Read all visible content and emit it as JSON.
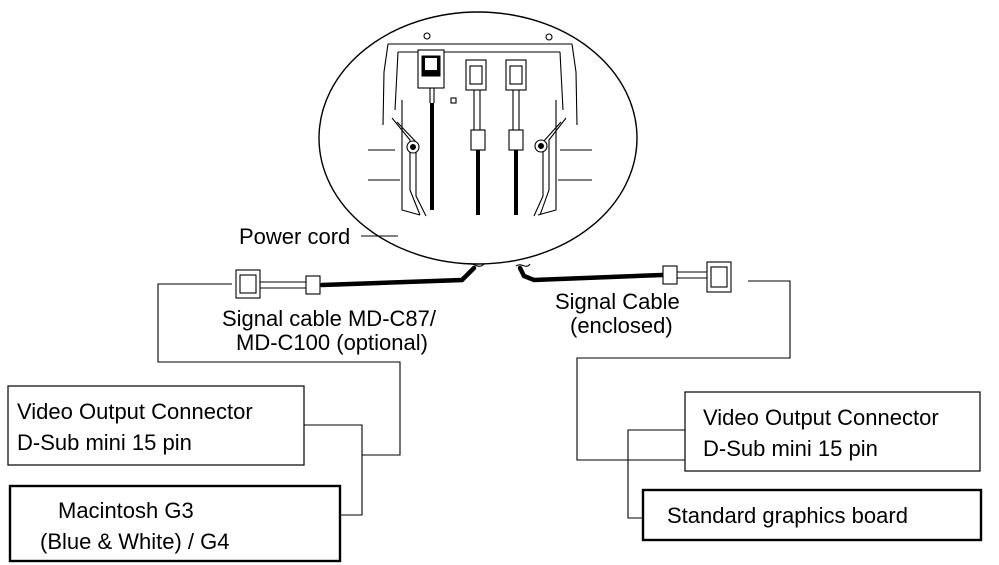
{
  "labels": {
    "power_cord": "Power cord",
    "signal_cable_left_line1": "Signal cable MD-C87/",
    "signal_cable_left_line2": "MD-C100 (optional)",
    "signal_cable_right_line1": "Signal Cable",
    "signal_cable_right_line2": "(enclosed)"
  },
  "left_boxes": {
    "connector_line1": "Video Output Connector",
    "connector_line2": "D-Sub mini 15 pin",
    "computer_line1": "Macintosh G3",
    "computer_line2": "(Blue & White) / G4"
  },
  "right_boxes": {
    "connector_line1": "Video Output Connector",
    "connector_line2": "D-Sub mini 15 pin",
    "board": "Standard graphics board"
  }
}
